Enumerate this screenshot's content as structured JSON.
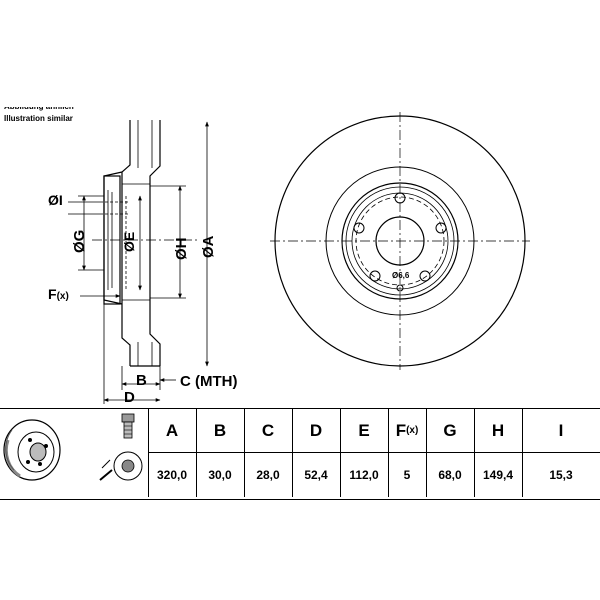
{
  "notes": {
    "german": "Abbildung ähnlich",
    "english": "Illustration similar"
  },
  "labels": {
    "dia_i": "ØI",
    "dia_g": "ØG",
    "dia_e": "ØE",
    "dia_h": "ØH",
    "dia_a": "ØA",
    "f": "F",
    "f_sub": "(x)",
    "b": "B",
    "c": "C (MTH)",
    "d": "D",
    "hole_dia": "Ø6,6"
  },
  "table": {
    "headers": [
      "A",
      "B",
      "C",
      "D",
      "E",
      "F",
      "G",
      "H",
      "I"
    ],
    "f_suffix": "(x)",
    "values": [
      "320,0",
      "30,0",
      "28,0",
      "52,4",
      "112,0",
      "5",
      "68,0",
      "149,4",
      "15,3"
    ]
  }
}
